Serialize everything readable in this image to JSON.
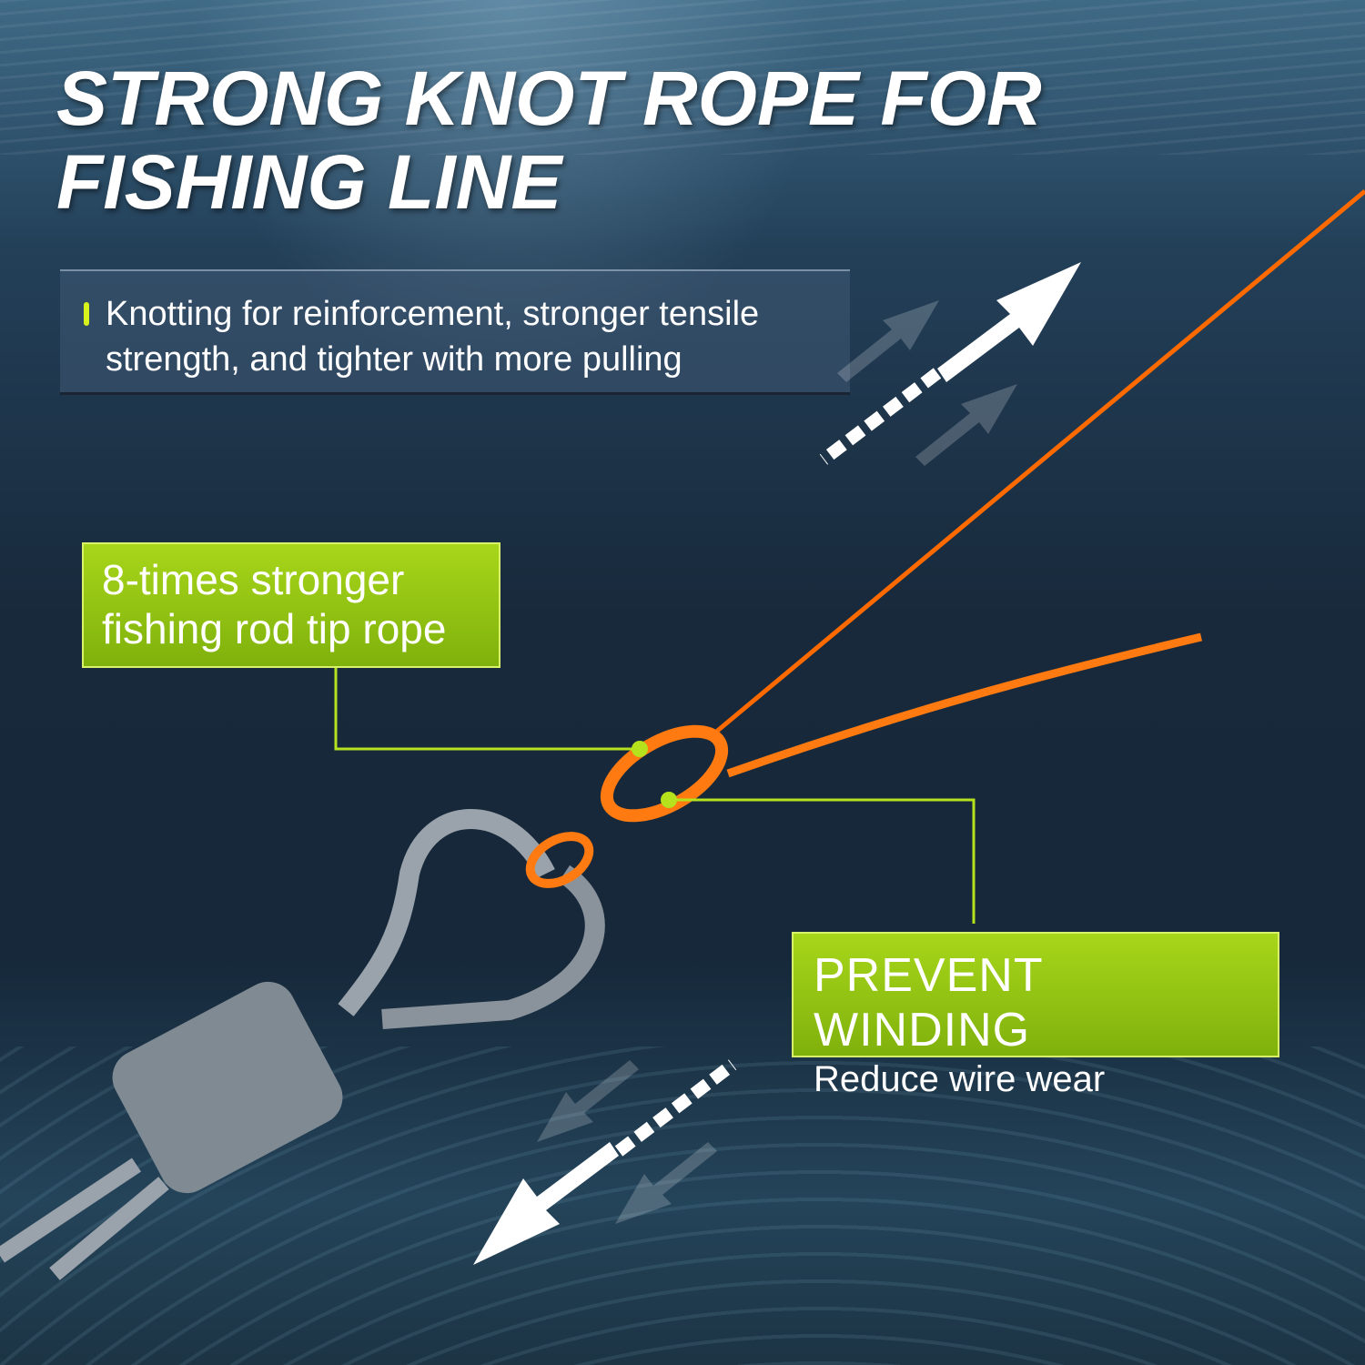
{
  "title": {
    "line1": "STRONG KNOT ROPE FOR",
    "line2": "FISHING LINE"
  },
  "info": {
    "text": "Knotting for reinforcement, stronger tensile strength, and tighter with more pulling"
  },
  "callout_left": {
    "line1": "8-times stronger",
    "line2": "fishing rod tip rope"
  },
  "callout_right": {
    "heading": "PREVENT WINDING",
    "sub": "Reduce wire wear"
  },
  "colors": {
    "accent": "#a8d61a",
    "line": "#ff6a00",
    "bar": "#d8f21b"
  }
}
